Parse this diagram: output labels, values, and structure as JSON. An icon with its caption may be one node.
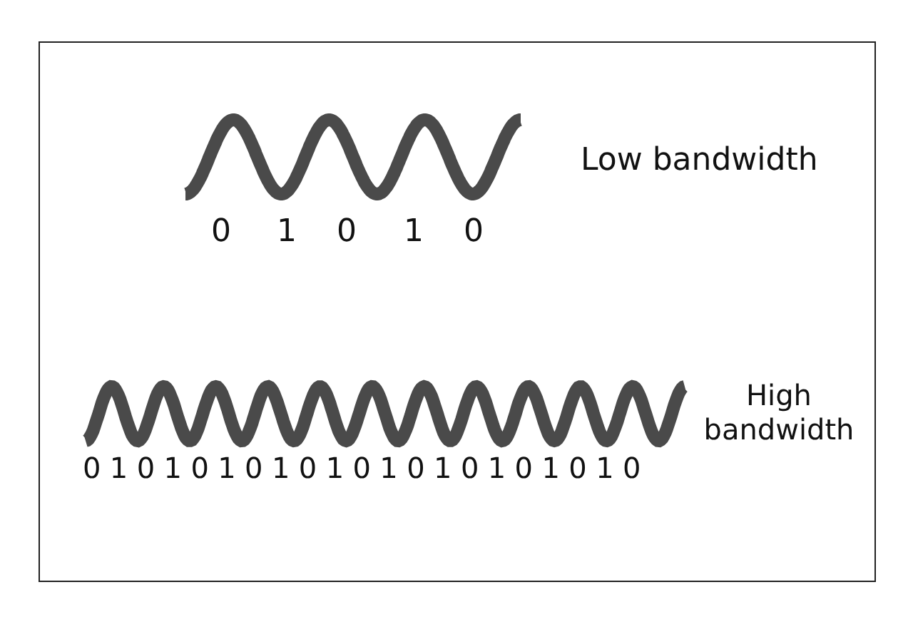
{
  "diagram": {
    "labels": [
      "Low bandwidth",
      "0",
      "1",
      "0",
      "1",
      "0",
      "High bandwidth",
      "010101010101010101010"
    ]
  }
}
